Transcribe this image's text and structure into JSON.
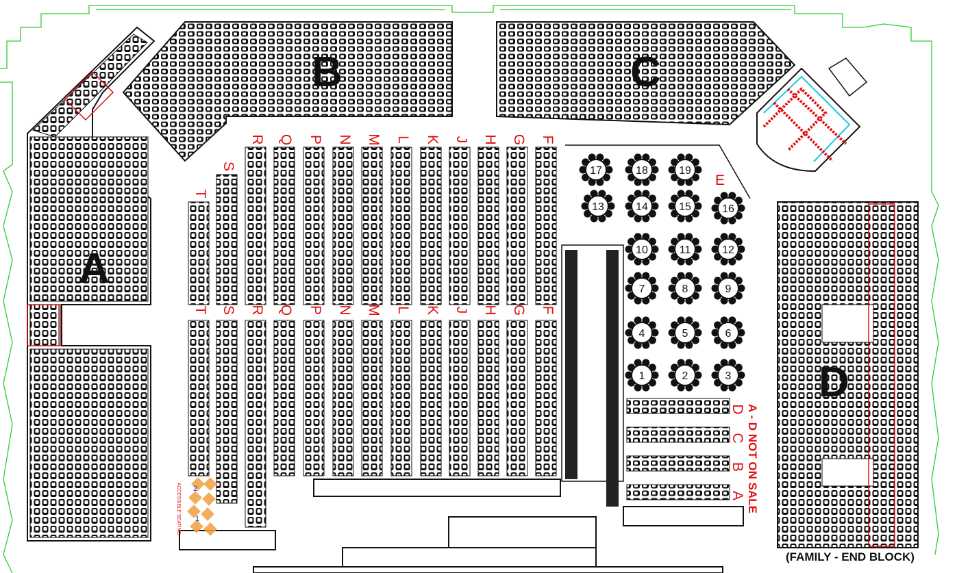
{
  "map": {
    "sections": [
      {
        "id": "A",
        "label": "A"
      },
      {
        "id": "B",
        "label": "B"
      },
      {
        "id": "C",
        "label": "C"
      },
      {
        "id": "D",
        "label": "D"
      }
    ],
    "upper_row_labels": [
      "T",
      "S",
      "R",
      "Q",
      "P",
      "N",
      "M",
      "L",
      "K",
      "J",
      "H",
      "G",
      "F"
    ],
    "lower_row_labels": [
      "T",
      "S",
      "R",
      "Q",
      "P",
      "N",
      "M",
      "L",
      "K",
      "J",
      "H",
      "G",
      "F"
    ],
    "front_rows": [
      "D",
      "C",
      "B",
      "A"
    ],
    "table_area_row_label": "E",
    "tables": [
      "1",
      "2",
      "3",
      "4",
      "5",
      "6",
      "7",
      "8",
      "9",
      "10",
      "11",
      "12",
      "13",
      "14",
      "15",
      "16",
      "17",
      "18",
      "19"
    ],
    "not_on_sale_note": "A - D NOT ON SALE",
    "end_block_label": "(FAMILY - END BLOCK)",
    "accessible_label": "ACCESSIBLE SEATING",
    "accessible_numbers": [
      "2",
      "1"
    ],
    "colors": {
      "wall": "#2ecc2e",
      "row_label": "#e01010",
      "seat": "#111111",
      "stage": "#1fc8e0",
      "accessible": "#f0a040"
    }
  }
}
